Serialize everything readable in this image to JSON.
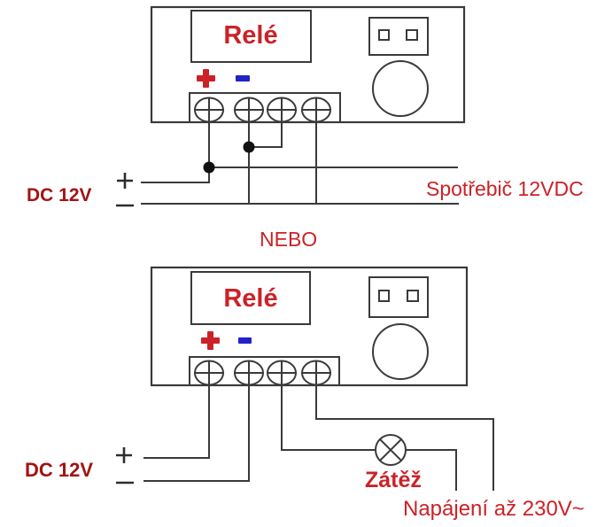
{
  "palette": {
    "label_red": "#cb2227",
    "supply_red": "#a21313",
    "minus_blue": "#2222c8",
    "wire_gray": "#3a3a3a",
    "background": "#ffffff"
  },
  "icons": {
    "relay_plus": "plus-icon",
    "relay_minus": "minus-icon",
    "dc_plus": "plus-icon",
    "dc_minus": "minus-icon",
    "lamp": "lamp-bulb-icon",
    "terminal": "screw-terminal-icon",
    "junction": "junction-dot-icon"
  },
  "top_section": {
    "device": {
      "label": "Relé"
    },
    "supply": {
      "label": "DC 12V"
    },
    "output_label": "Spotřebič 12VDC"
  },
  "or_label": "NEBO",
  "bottom_section": {
    "device": {
      "label": "Relé"
    },
    "supply": {
      "label": "DC 12V"
    },
    "lamp_label": "Zátěž",
    "mains_label": "Napájení až 230V~"
  }
}
